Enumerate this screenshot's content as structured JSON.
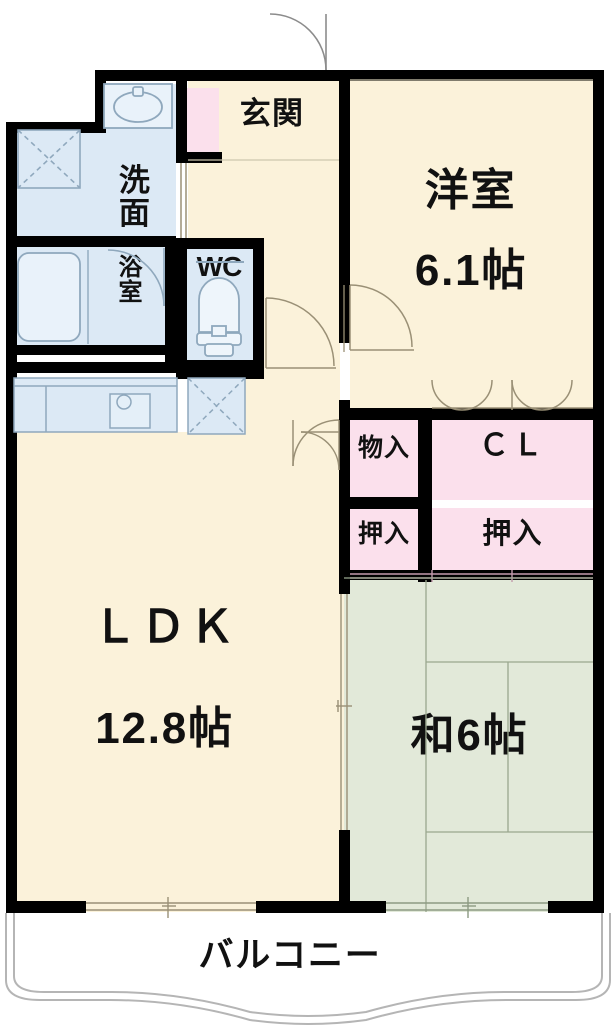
{
  "document": {
    "type": "japanese-floor-plan",
    "title": "間取り図",
    "layout_code": "2LDK"
  },
  "palette": {
    "wall": "#000000",
    "room_fill": "#fbf2da",
    "water_area_fill": "#dce9f5",
    "tatami_fill": "#e2e9d9",
    "closet_fill": "#fbe0ec",
    "entry_step_fill": "#fbe0ec",
    "fixture_stroke": "#8fa8bd",
    "door_stroke": "#9a9076",
    "balcony_stroke": "#b5b5b5",
    "text": "#111111",
    "background": "#ffffff"
  },
  "rooms": [
    {
      "id": "washroom",
      "name_lines": [
        "洗",
        "面"
      ],
      "name": "洗面",
      "kind": "washroom",
      "fill": "#dce9f5",
      "area_text": ""
    },
    {
      "id": "bathroom",
      "name_lines": [
        "浴",
        "室"
      ],
      "name": "浴室",
      "kind": "bathroom",
      "fill": "#dce9f5",
      "area_text": ""
    },
    {
      "id": "toilet",
      "name_lines": [
        "WC"
      ],
      "name": "WC",
      "kind": "toilet",
      "fill": "#dce9f5",
      "area_text": ""
    },
    {
      "id": "entrance",
      "name_lines": [
        "玄関"
      ],
      "name": "玄関",
      "kind": "entrance",
      "fill": "#fbf2da",
      "area_text": ""
    },
    {
      "id": "western-room",
      "name_lines": [
        "洋室"
      ],
      "name": "洋室",
      "kind": "western-style-room",
      "fill": "#fbf2da",
      "area_text": "6.1帖",
      "area_value": 6.1,
      "area_unit": "帖"
    },
    {
      "id": "ldk",
      "name_lines": [
        "ＬＤＫ"
      ],
      "name": "ＬＤＫ",
      "kind": "living-dining-kitchen",
      "fill": "#fbf2da",
      "area_text": "12.8帖",
      "area_value": 12.8,
      "area_unit": "帖"
    },
    {
      "id": "japanese-room",
      "name_lines": [
        "和6帖"
      ],
      "name": "和6帖",
      "kind": "japanese-style-tatami-room",
      "fill": "#e2e9d9",
      "area_text": "和6帖",
      "area_value": 6,
      "area_unit": "帖"
    },
    {
      "id": "balcony",
      "name_lines": [
        "バルコニー"
      ],
      "name": "バルコニー",
      "kind": "balcony",
      "fill": "#ffffff",
      "area_text": ""
    }
  ],
  "storage": [
    {
      "id": "monoire",
      "label": "物入",
      "fill": "#fbe0ec"
    },
    {
      "id": "closet",
      "label": "ＣＬ",
      "fill": "#fbe0ec"
    },
    {
      "id": "oshiire-left",
      "label": "押入",
      "fill": "#fbe0ec"
    },
    {
      "id": "oshiire-right",
      "label": "押入",
      "fill": "#fbe0ec"
    }
  ],
  "fixtures": [
    {
      "id": "washbasin",
      "name": "洗面台",
      "icon": "sink-basin-icon"
    },
    {
      "id": "washer-space",
      "name": "洗濯機置場",
      "icon": "washing-machine-space-icon"
    },
    {
      "id": "bathtub",
      "name": "浴槽",
      "icon": "bathtub-icon"
    },
    {
      "id": "toilet-bowl",
      "name": "便器",
      "icon": "toilet-icon"
    },
    {
      "id": "kitchen-counter",
      "name": "キッチン",
      "icon": "kitchen-sink-icon"
    },
    {
      "id": "refrigerator",
      "name": "冷蔵庫置場",
      "icon": "refrigerator-space-icon"
    }
  ],
  "labels": {
    "washroom": "洗面",
    "washroom_l1": "洗",
    "washroom_l2": "面",
    "bathroom_l1": "浴",
    "bathroom_l2": "室",
    "toilet": "WC",
    "entrance": "玄関",
    "western_room": "洋室",
    "western_room_area": "6.1帖",
    "ldk": "ＬＤＫ",
    "ldk_area": "12.8帖",
    "japanese_room": "和6帖",
    "balcony": "バルコニー",
    "monoire": "物入",
    "closet": "ＣＬ",
    "oshiire_left": "押入",
    "oshiire_right": "押入"
  }
}
